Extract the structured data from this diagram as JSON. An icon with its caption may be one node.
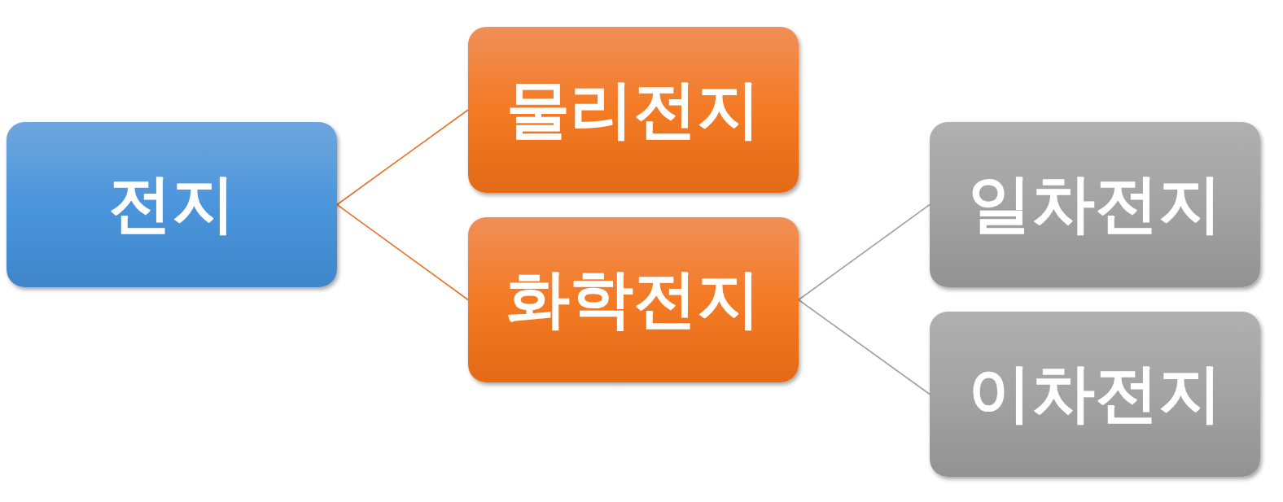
{
  "diagram": {
    "nodes": [
      {
        "text": [
          "전지"
        ]
      },
      {
        "text": [
          "물리전지"
        ]
      },
      {
        "text": [
          "화학전지"
        ]
      },
      {
        "text": [
          "일차전지"
        ]
      },
      {
        "text": [
          "이차전지"
        ]
      }
    ],
    "edges": [
      {
        "from": 0,
        "to": 1,
        "arrow": "none",
        "color": "#e9742a"
      },
      {
        "from": 0,
        "to": 2,
        "arrow": "none",
        "color": "#e9742a"
      },
      {
        "from": 2,
        "to": 3,
        "arrow": "none",
        "color": "#a0a0a0"
      },
      {
        "from": 2,
        "to": 4,
        "arrow": "none",
        "color": "#a0a0a0"
      }
    ]
  }
}
